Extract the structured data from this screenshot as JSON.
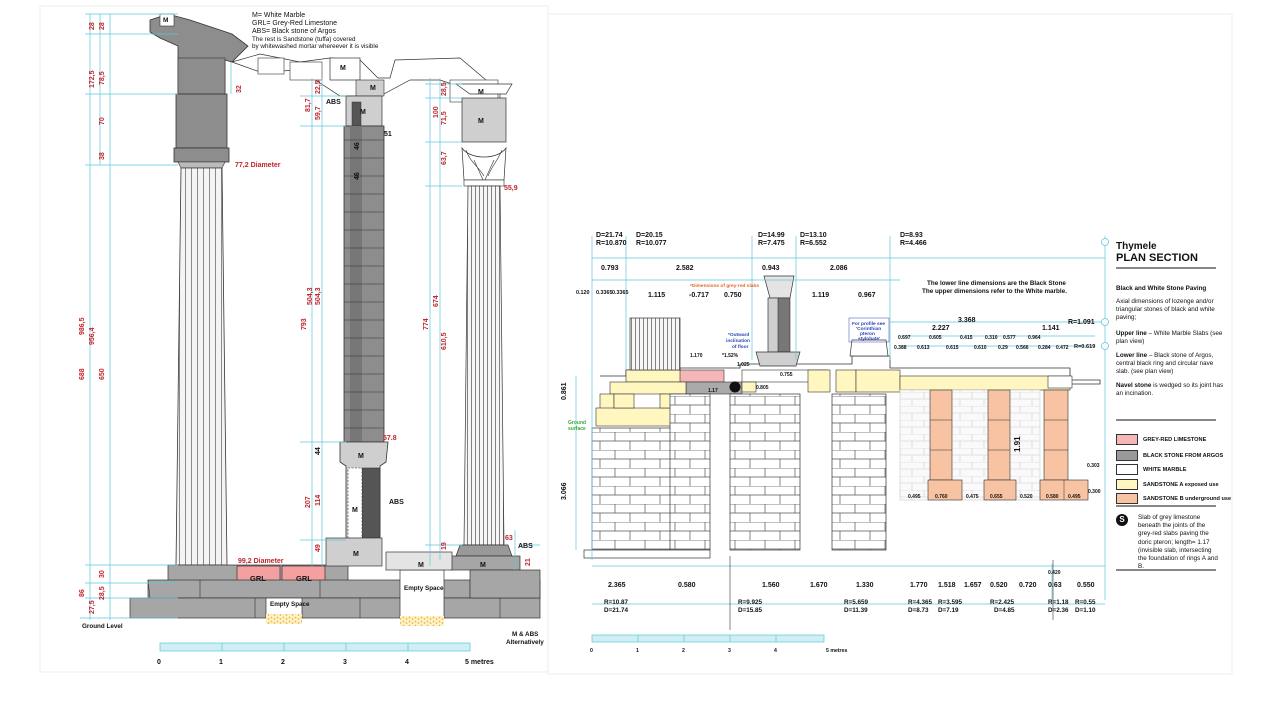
{
  "legend": {
    "line1": "M= White Marble",
    "line2": "GRL= Grey-Red Limestone",
    "line3": "ABS= Black stone of Argos",
    "line4": "The rest is Sandstone (tuffa) covered",
    "line5": "by whitewashed mortar whereever it is visible"
  },
  "elevation": {
    "left_dims": [
      "28",
      "28",
      "172,5",
      "78,5",
      "70",
      "38",
      "650",
      "688",
      "956,4",
      "986,5",
      "30",
      "86",
      "27,5",
      "28,5"
    ],
    "col1": {
      "top_label": "32",
      "diameter_top": "77,2 Diameter",
      "diameter_base": "99,2 Diameter",
      "grl": "GRL"
    },
    "col2": {
      "dims_red": [
        "22,5",
        "81,7",
        "59,7",
        "793",
        "504,3",
        "504,3",
        "207",
        "114",
        "49"
      ],
      "dims_black": [
        "51",
        "46",
        "46",
        "44"
      ],
      "label_578": "57.8",
      "abs": "ABS",
      "m": "M"
    },
    "col3": {
      "dims_red": [
        "28,5",
        "100",
        "71,5",
        "63,7",
        "610,5",
        "674",
        "774",
        "19"
      ],
      "label_559": "55,9",
      "label_63": "63",
      "label_21": "21",
      "abs": "ABS",
      "m": "M"
    },
    "empty_space": "Empty Space",
    "ground_level": "Ground Level",
    "alt_note_1": "M & ABS",
    "alt_note_2": "Alternatively",
    "scale_ticks": [
      "0",
      "1",
      "2",
      "3",
      "4",
      "5 metres"
    ]
  },
  "plan": {
    "top_d": [
      {
        "d": "D=21.74",
        "r": "R=10.870"
      },
      {
        "d": "D=20.15",
        "r": "R=10.077"
      },
      {
        "d": "D=14.99",
        "r": "R=7.475"
      },
      {
        "d": "D=13.10",
        "r": "R=6.552"
      },
      {
        "d": "D=8.93",
        "r": "R=4.466"
      }
    ],
    "row1": [
      "0.793",
      "2.582",
      "0.943",
      "2.086"
    ],
    "row2": [
      "0.120",
      "0.3365",
      "0.3365",
      "1.115",
      "-0.717",
      "0.750",
      "1.119",
      "0.967"
    ],
    "note_grey_red": "*Dimensions of grey-red slabs",
    "note_outward_1": "*Outward",
    "note_outward_2": "inclination",
    "note_outward_3": "of floor",
    "note_profile_1": "For profile see",
    "note_profile_2": "'Corinthian",
    "note_profile_3": "pteron",
    "note_profile_4": "stylobate'",
    "lower_note_1": "The lower line dimensions are the Black Stone",
    "lower_note_2": "The upper dimensions refer to the White marble.",
    "right_dims": [
      "3.368",
      "2.227",
      "1.141",
      "R=1.091",
      "R=0.619"
    ],
    "small_dims": [
      "0.697",
      "0.605",
      "0.415",
      "0.310",
      "0.577",
      "0.964",
      "0.388",
      "0.613",
      "0.615",
      "0.610",
      "0.29",
      "0.566",
      "0.284",
      "0.472"
    ],
    "mid_labels": [
      "1.170",
      "*1.52%",
      "1.025",
      "0.755",
      "1.17",
      "0.805"
    ],
    "left_vert": [
      "0.861",
      "3.066"
    ],
    "ground_surface_1": "Ground",
    "ground_surface_2": "surface",
    "bottom_row": [
      "2.365",
      "0.580",
      "1.560",
      "1.670",
      "1.330",
      "1.770",
      "1.518",
      "1.657",
      "0.520",
      "0.720",
      "0.63",
      "0.550"
    ],
    "bottom_r": [
      "R=10.87",
      "R=9.925",
      "R=5.659",
      "R=4.365",
      "R=3.595",
      "R=2.425",
      "R=1.18",
      "R=0.55"
    ],
    "bottom_d": [
      "D=21.74",
      "D=15.85",
      "D=11.39",
      "D=8.73",
      "D=7.19",
      "D=4.85",
      "D=2.36",
      "D=1.10"
    ],
    "vert_191": "1.91",
    "side_0420": "0.420",
    "side_0303": "0.303",
    "side_0300": "0.300",
    "small_bottom": [
      "0.495",
      "0.760",
      "0.475",
      "0.655",
      "0.520",
      "0.580",
      "0.495"
    ],
    "scale_ticks": [
      "0",
      "1",
      "2",
      "3",
      "4",
      "5 metres"
    ]
  },
  "sidebar": {
    "title1": "Thymele",
    "title2": "PLAN SECTION",
    "paving_heading": "Black and White Stone Paving",
    "paving_text": "Axial dimensions of lozenge and/or triangular stones of black and white paving;",
    "upper_bold": "Upper line",
    "upper_text": " – White Marble Slabs (see plan view)",
    "lower_bold": "Lower line",
    "lower_text": " – Black stone of Argos, central black ring and circular nave slab. (see plan view)",
    "navel_bold": "Navel stone",
    "navel_text": " is wedged so its joint has an incination.",
    "swatches": [
      {
        "label": "GREY-RED LIMESTONE",
        "color": "#f4b6b6"
      },
      {
        "label": "BLACK STONE FROM ARGOS",
        "color": "#9a9a9a"
      },
      {
        "label": "WHITE MARBLE",
        "color": "#ffffff"
      },
      {
        "label": "SANDSTONE A exposed use",
        "color": "#fff6c0"
      },
      {
        "label": "SANDSTONE B underground use",
        "color": "#f7c3a3"
      }
    ],
    "s_symbol": "S",
    "s_text": "Slab of grey limestone beneath the joints of the grey-red slabs paving the doric pteron; length= 1.17 (invisible slab, intersecting the foundation of rings A and B."
  },
  "colors": {
    "dim_cyan": "#5bc7dd",
    "dim_red": "#c0262c",
    "stone_grey": "#8d8d8d",
    "stone_light": "#cfcfcf",
    "abs_dark": "#555555",
    "grl": "#f4a0a0",
    "sand_a": "#fff6c0",
    "sand_b": "#f7c3a3",
    "blue_note": "#2a46b8",
    "green_note": "#3aa83a",
    "orange_note": "#e2662a"
  }
}
